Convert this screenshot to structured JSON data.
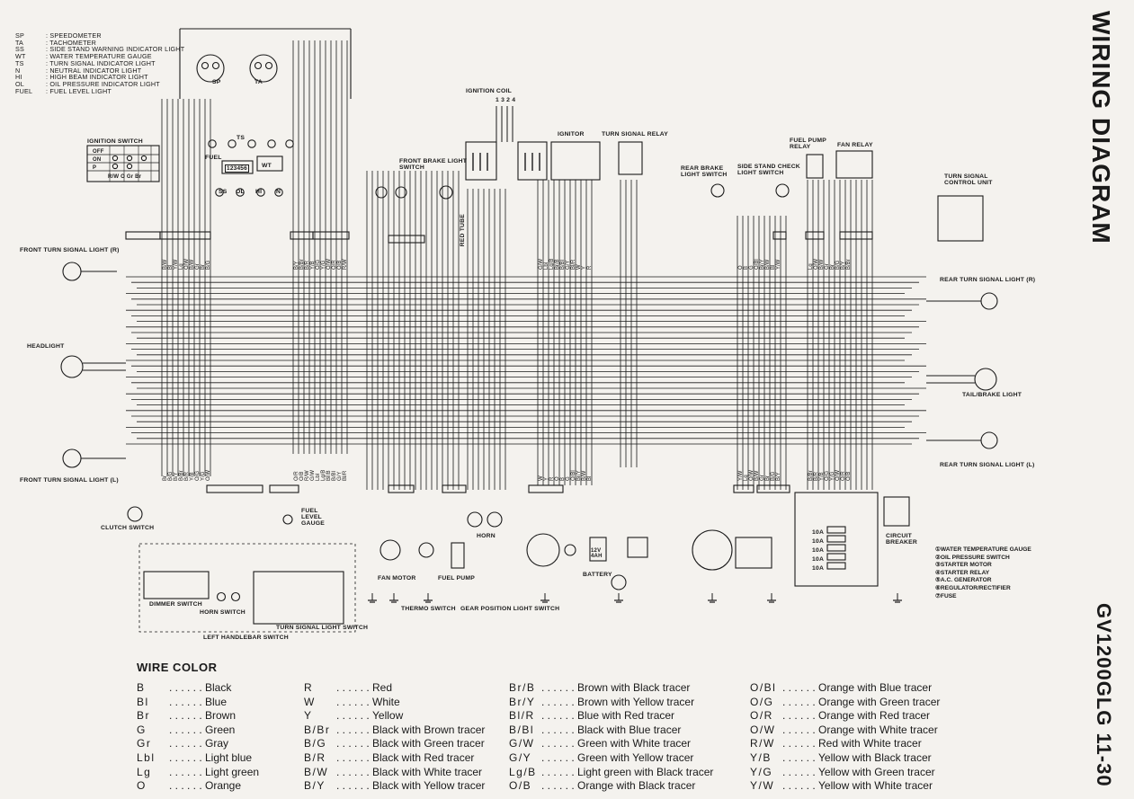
{
  "title": "WIRING DIAGRAM",
  "model_page": "GV1200GLG  11-30",
  "abbreviations": [
    {
      "code": "SP",
      "desc": ": SPEEDOMETER"
    },
    {
      "code": "TA",
      "desc": ": TACHOMETER"
    },
    {
      "code": "SS",
      "desc": ": SIDE STAND WARNING INDICATOR LIGHT"
    },
    {
      "code": "WT",
      "desc": ": WATER TEMPERATURE GAUGE"
    },
    {
      "code": "TS",
      "desc": ": TURN SIGNAL INDICATOR LIGHT"
    },
    {
      "code": "N",
      "desc": ": NEUTRAL INDICATOR LIGHT"
    },
    {
      "code": "HI",
      "desc": ": HIGH BEAM INDICATOR LIGHT"
    },
    {
      "code": "OL",
      "desc": ": OIL PRESSURE INDICATOR LIGHT"
    },
    {
      "code": "FUEL",
      "desc": ": FUEL LEVEL LIGHT"
    }
  ],
  "components": {
    "ignition_switch": "IGNITION SWITCH",
    "ignition_coil": "IGNITION COIL",
    "coil_numbers": "1 3 2 4",
    "ignitor": "IGNITOR",
    "turn_signal_relay": "TURN SIGNAL RELAY",
    "fuel_pump_relay": "FUEL PUMP RELAY",
    "fan_relay": "FAN RELAY",
    "front_brake_light_switch": "FRONT BRAKE LIGHT SWITCH",
    "rear_brake_light_switch": "REAR BRAKE LIGHT SWITCH",
    "side_stand_check_light_switch": "SIDE STAND CHECK LIGHT SWITCH",
    "turn_signal_control_unit": "TURN SIGNAL CONTROL UNIT",
    "front_turn_r": "FRONT TURN SIGNAL LIGHT (R)",
    "front_turn_l": "FRONT TURN SIGNAL LIGHT (L)",
    "headlight": "HEADLIGHT",
    "rear_turn_r": "REAR TURN SIGNAL LIGHT (R)",
    "rear_turn_l": "REAR TURN SIGNAL LIGHT (L)",
    "tail_brake": "TAIL/BRAKE LIGHT",
    "clutch_switch": "CLUTCH SWITCH",
    "dimmer_switch": "DIMMER SWITCH",
    "horn_switch": "HORN SWITCH",
    "turn_signal_light_switch": "TURN SIGNAL LIGHT SWITCH",
    "left_handlebar_switch": "LEFT HANDLEBAR SWITCH",
    "fuel_level_gauge": "FUEL LEVEL GAUGE",
    "fan_motor": "FAN MOTOR",
    "fuel_pump": "FUEL PUMP",
    "horn": "HORN",
    "thermo_switch": "THERMO SWITCH",
    "gear_position_light_switch": "GEAR POSITION LIGHT SWITCH",
    "battery": "BATTERY",
    "battery_rating": "12V 4AH",
    "circuit_breaker": "CIRCUIT BREAKER",
    "red_tube": "RED TUBE",
    "fuel": "FUEL",
    "gear_digits": "123456",
    "sp": "SP",
    "ta": "TA",
    "ts": "TS",
    "ss": "SS",
    "ol": "OL",
    "hi": "HI",
    "n": "N",
    "wt": "WT"
  },
  "ignition_positions": [
    "OFF",
    "ON",
    "P"
  ],
  "ignition_wires": "R/W  O  Gr  Br",
  "fuse_labels": [
    "10A",
    "10A",
    "10A",
    "10A",
    "10A"
  ],
  "numbered_components": [
    {
      "num": "①",
      "name": "WATER TEMPERATURE GAUGE"
    },
    {
      "num": "②",
      "name": "OIL PRESSURE SWITCH"
    },
    {
      "num": "③",
      "name": "STARTER MOTOR"
    },
    {
      "num": "④",
      "name": "STARTER RELAY"
    },
    {
      "num": "⑤",
      "name": "A.C. GENERATOR"
    },
    {
      "num": "⑥",
      "name": "REGULATOR/RECTIFIER"
    },
    {
      "num": "⑦",
      "name": "FUSE"
    }
  ],
  "wire_color_title": "WIRE COLOR",
  "wire_colors": [
    [
      {
        "code": "B",
        "name": "Black"
      },
      {
        "code": "Bl",
        "name": "Blue"
      },
      {
        "code": "Br",
        "name": "Brown"
      },
      {
        "code": "G",
        "name": "Green"
      },
      {
        "code": "Gr",
        "name": "Gray"
      },
      {
        "code": "Lbl",
        "name": "Light blue"
      },
      {
        "code": "Lg",
        "name": "Light green"
      },
      {
        "code": "O",
        "name": "Orange"
      }
    ],
    [
      {
        "code": "R",
        "name": "Red"
      },
      {
        "code": "W",
        "name": "White"
      },
      {
        "code": "Y",
        "name": "Yellow"
      },
      {
        "code": "B/Br",
        "name": "Black with Brown tracer"
      },
      {
        "code": "B/G",
        "name": "Black with Green tracer"
      },
      {
        "code": "B/R",
        "name": "Black with Red tracer"
      },
      {
        "code": "B/W",
        "name": "Black with White tracer"
      },
      {
        "code": "B/Y",
        "name": "Black with Yellow tracer"
      }
    ],
    [
      {
        "code": "Br/B",
        "name": "Brown with Black tracer"
      },
      {
        "code": "Br/Y",
        "name": "Brown with Yellow tracer"
      },
      {
        "code": "Bl/R",
        "name": "Blue with Red tracer"
      },
      {
        "code": "B/Bl",
        "name": "Black with Blue tracer"
      },
      {
        "code": "G/W",
        "name": "Green with White tracer"
      },
      {
        "code": "G/Y",
        "name": "Green with Yellow tracer"
      },
      {
        "code": "Lg/B",
        "name": "Light green with Black tracer"
      },
      {
        "code": "O/B",
        "name": "Orange with Black tracer"
      }
    ],
    [
      {
        "code": "O/Bl",
        "name": "Orange with Blue tracer"
      },
      {
        "code": "O/G",
        "name": "Orange with Green tracer"
      },
      {
        "code": "O/R",
        "name": "Orange with Red tracer"
      },
      {
        "code": "O/W",
        "name": "Orange with White tracer"
      },
      {
        "code": "R/W",
        "name": "Red with White tracer"
      },
      {
        "code": "Y/B",
        "name": "Yellow with Black tracer"
      },
      {
        "code": "Y/G",
        "name": "Yellow with Green tracer"
      },
      {
        "code": "Y/W",
        "name": "Yellow with White tracer"
      }
    ]
  ],
  "harness_wire_codes": [
    "B/W",
    "Bl",
    "Y/W",
    "Lg",
    "O/W",
    "B/W",
    "Gr",
    "Br",
    "B/G",
    "B/Y",
    "B/Br",
    "B/R",
    "Y/B",
    "O/G",
    "Y/G",
    "O/W",
    "O/R",
    "O/B",
    "R/W",
    "G/W",
    "Lbl",
    "Lg/B",
    "Br/B",
    "B/Bl",
    "G/Y",
    "Bl/R",
    "W",
    "Y",
    "R",
    "O",
    "B",
    "G",
    "O/Bl",
    "Br/Y"
  ],
  "colors": {
    "ink": "#1a1a1a",
    "paper": "#f4f2ee"
  }
}
